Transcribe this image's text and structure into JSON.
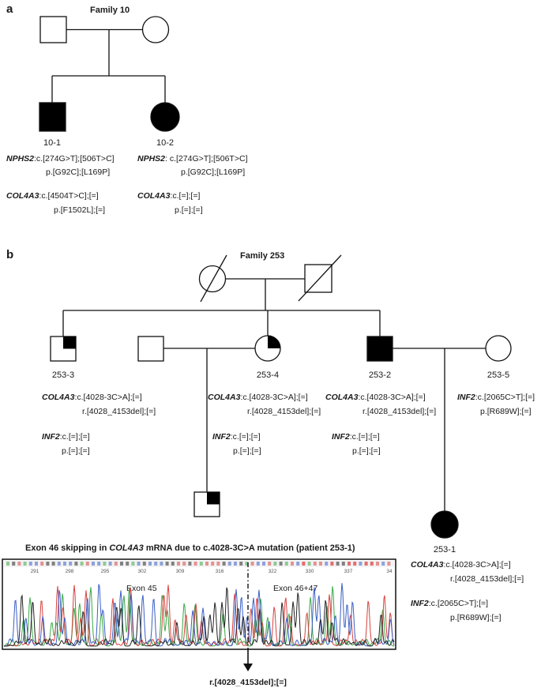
{
  "panel_a": {
    "label": "a",
    "family_title": "Family 10",
    "ind_10_1": {
      "id": "10-1",
      "nphs2_gene": "NPHS2",
      "nphs2_c": ":c.[274G>T];[506T>C]",
      "nphs2_p": "p.[G92C];[L169P]",
      "col_gene": "COL4A3",
      "col_c": ":c.[4504T>C];[=]",
      "col_p": "p.[F1502L];[=]"
    },
    "ind_10_2": {
      "id": "10-2",
      "nphs2_gene": "NPHS2",
      "nphs2_c": ": c.[274G>T];[506T>C]",
      "nphs2_p": "p.[G92C];[L169P]",
      "col_gene": "COL4A3",
      "col_c": ":c.[=];[=]",
      "col_p": "p.[=];[=]"
    }
  },
  "panel_b": {
    "label": "b",
    "family_title": "Family 253",
    "ind_253_3": {
      "id": "253-3",
      "col_gene": "COL4A3",
      "col_c": ":c.[4028-3C>A];[=]",
      "col_r": "r.[4028_4153del];[=]",
      "inf_gene": "INF2",
      "inf_c": ":c.[=];[=]",
      "inf_p": "p.[=];[=]"
    },
    "ind_253_4": {
      "id": "253-4",
      "col_gene": "COL4A3",
      "col_c": ":c.[4028-3C>A];[=]",
      "col_r": "r.[4028_4153del];[=]",
      "inf_gene": "INF2",
      "inf_c": ":c.[=];[=]",
      "inf_p": "p.[=];[=]"
    },
    "ind_253_2": {
      "id": "253-2",
      "col_gene": "COL4A3",
      "col_c": ":c.[4028-3C>A];[=]",
      "col_r": "r.[4028_4153del];[=]",
      "inf_gene": "INF2",
      "inf_c": ":c.[=];[=]",
      "inf_p": "p.[=];[=]"
    },
    "ind_253_5": {
      "id": "253-5",
      "inf_gene": "INF2",
      "inf_c": ":c.[2065C>T];[=]",
      "inf_p": "p.[R689W];[=]"
    },
    "ind_253_1": {
      "id": "253-1",
      "col_gene": "COL4A3",
      "col_c": ":c.[4028-3C>A];[=]",
      "col_r": "r.[4028_4153del];[=]",
      "inf_gene": "INF2",
      "inf_c": ":c.[2065C>T];[=]",
      "inf_p": "p.[R689W];[=]"
    },
    "chromatogram": {
      "title_pre": "Exon 46 skipping in ",
      "title_gene": "COL4A3",
      "title_post": " mRNA due to c.4028-3C>A mutation (patient 253-1)",
      "exon_left": "Exon 45",
      "exon_right": "Exon 46+47",
      "positions": [
        "291",
        "298",
        "295",
        "302",
        "309",
        "316",
        "322",
        "330",
        "337",
        "34"
      ],
      "result": "r.[4028_4153del];[=]"
    }
  },
  "colors": {
    "affected": "#000000",
    "trace_green": "#3aa845",
    "trace_red": "#d8423f",
    "trace_blue": "#3b5fc6",
    "trace_black": "#222222"
  }
}
